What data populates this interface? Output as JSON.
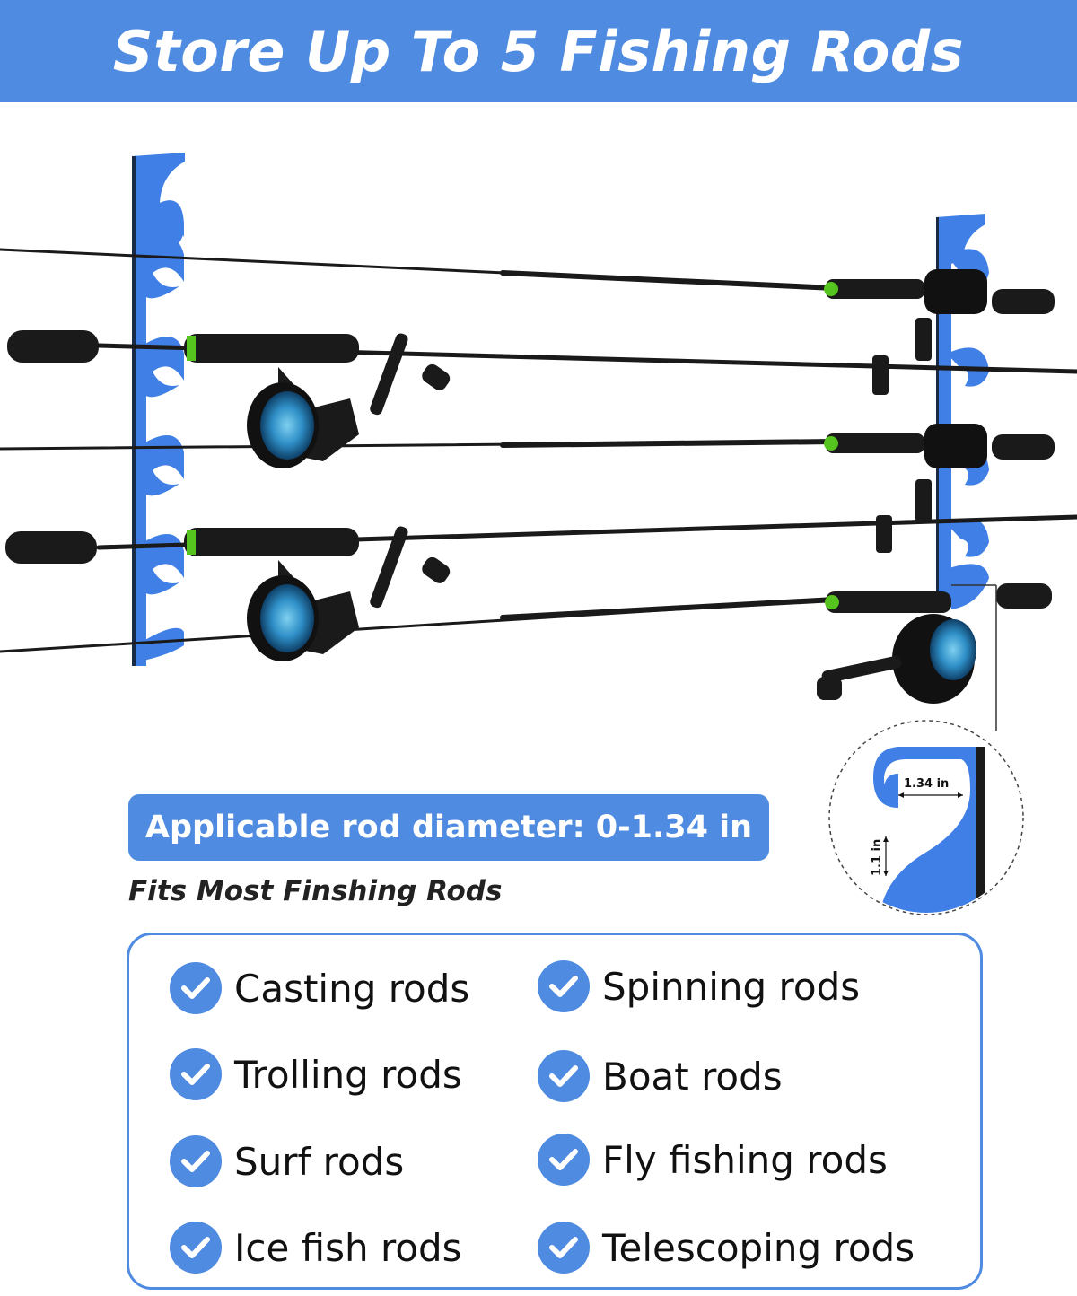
{
  "banner": {
    "title": "Store Up To 5 Fishing Rods"
  },
  "colors": {
    "accent": "#4f8be0",
    "rack_blue": "#3f7fe6",
    "rod_dark": "#1a1a1a",
    "highlight_green": "#55c41e",
    "reel_blue": "#2f8fc7"
  },
  "hook_detail": {
    "width_label": "1.34 in",
    "depth_label": "1.1 in"
  },
  "diameter_badge": {
    "text": "Applicable rod diameter: 0-1.34 in"
  },
  "fits_heading": "Fits Most Finshing Rods",
  "rod_types": [
    {
      "label": "Casting rods",
      "icon": "check-circle-icon"
    },
    {
      "label": "Spinning rods",
      "icon": "check-circle-icon"
    },
    {
      "label": "Trolling rods",
      "icon": "check-circle-icon"
    },
    {
      "label": "Boat rods",
      "icon": "check-circle-icon"
    },
    {
      "label": "Surf rods",
      "icon": "check-circle-icon"
    },
    {
      "label": "Fly fishing rods",
      "icon": "check-circle-icon"
    },
    {
      "label": "Ice fish rods",
      "icon": "check-circle-icon"
    },
    {
      "label": "Telescoping rods",
      "icon": "check-circle-icon"
    }
  ]
}
